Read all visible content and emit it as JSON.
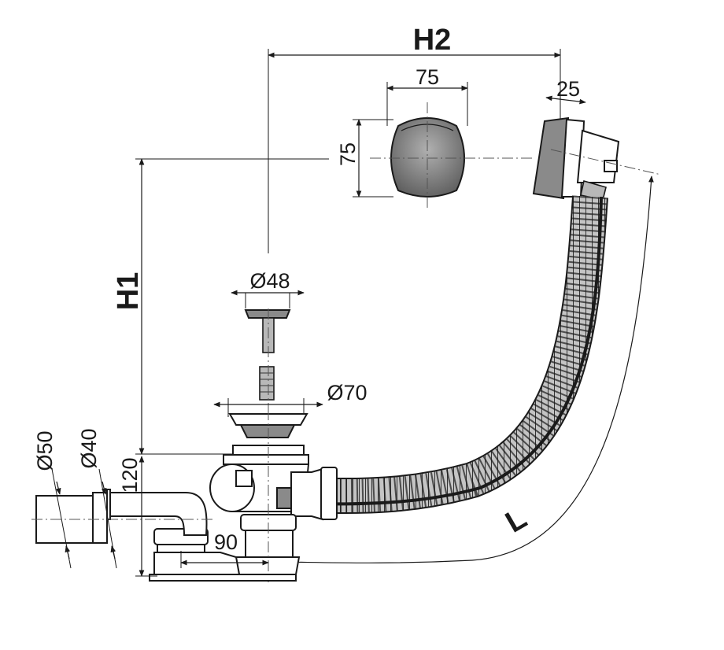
{
  "labels": {
    "h2": "H2",
    "h1": "H1",
    "l": "L",
    "overflow_width": "75",
    "overflow_height": "75",
    "overflow_depth": "25",
    "plug_diameter": "Ø48",
    "waste_diameter": "Ø70",
    "outlet_d50": "Ø50",
    "outlet_d40": "Ø40",
    "trap_height": "120",
    "trap_offset": "90"
  },
  "colors": {
    "line": "#1a1a1a",
    "metal_dark": "#8a8a8a",
    "metal_mid": "#b8b8b8"
  }
}
